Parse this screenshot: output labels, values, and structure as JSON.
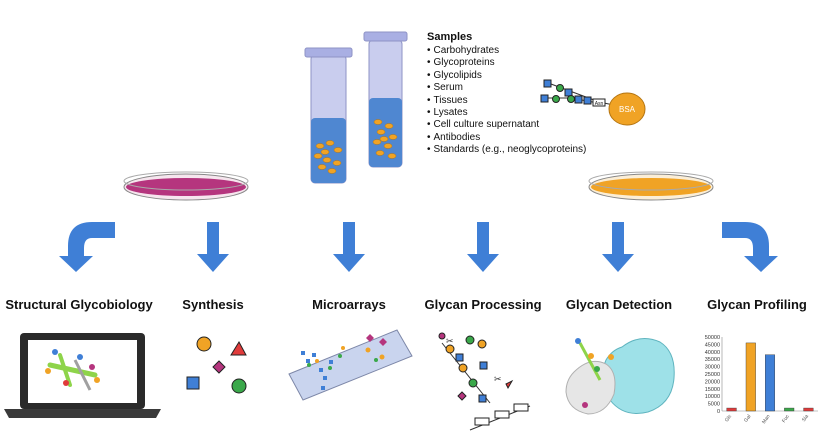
{
  "samples": {
    "title": "Samples",
    "items": [
      "Carbohydrates",
      "Glycoproteins",
      "Glycolipids",
      "Serum",
      "Tissues",
      "Lysates",
      "Cell culture supernatant",
      "Antibodies",
      "Standards (e.g., neoglycoproteins)"
    ]
  },
  "conjugate": {
    "bsa_label": "BSA",
    "linker_label": "Asn"
  },
  "categories": [
    {
      "label": "Structural Glycobiology"
    },
    {
      "label": "Synthesis"
    },
    {
      "label": "Microarrays"
    },
    {
      "label": "Glycan Processing"
    },
    {
      "label": "Glycan Detection"
    },
    {
      "label": "Glycan Profiling"
    }
  ],
  "colors": {
    "dish_left": "#b5357e",
    "dish_right": "#f0a325",
    "arrow": "#3f7fd6",
    "tube_liquid": "#4f87d1",
    "tube_glass": "#c9cdee",
    "bead": "#f0a325"
  },
  "chart_data": {
    "type": "bar",
    "categories": [
      "Glc",
      "Gal",
      "Man",
      "Fuc",
      "Sia"
    ],
    "values": [
      2000,
      46000,
      38000,
      2000,
      2000
    ],
    "colors": [
      "#e03b3b",
      "#f0a325",
      "#3f7fd6",
      "#3aa84a",
      "#e03b3b"
    ],
    "yticks": [
      "50000",
      "45000",
      "40000",
      "35000",
      "30000",
      "25000",
      "20000",
      "15000",
      "10000",
      "5000",
      "0"
    ],
    "ylim": [
      0,
      50000
    ]
  }
}
